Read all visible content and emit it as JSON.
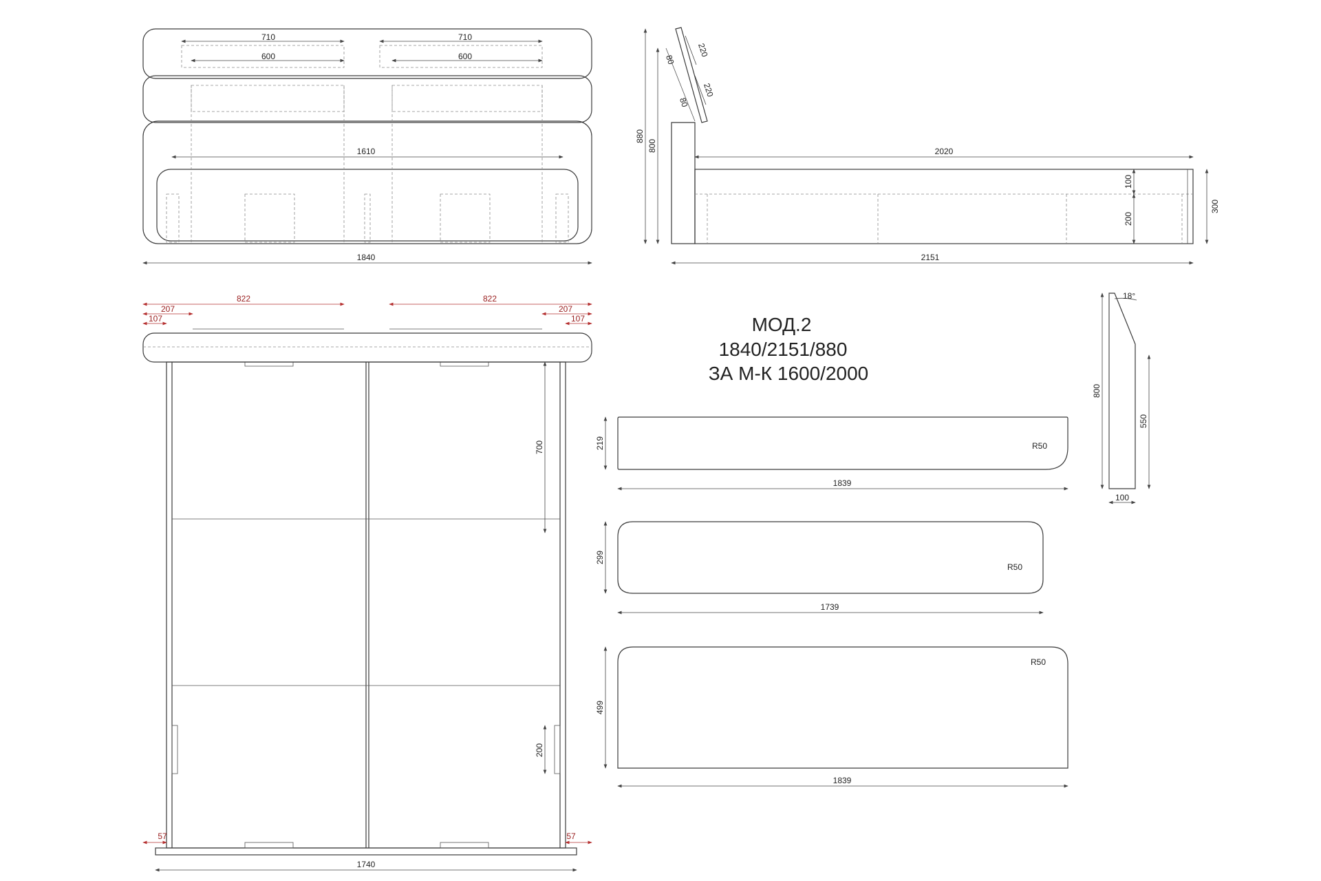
{
  "title": {
    "model": "МОД.2",
    "overall": "1840/2151/880",
    "mattress": "ЗА М-К 1600/2000"
  },
  "front_view": {
    "pillow_left_outer": "710",
    "pillow_right_outer": "710",
    "pillow_left_inner": "600",
    "pillow_right_inner": "600",
    "inner_width": "1610",
    "total_width": "1840"
  },
  "side_view": {
    "head_top": "220",
    "head_mid": "220",
    "step_top": "80",
    "step_mid": "80",
    "total_height": "880",
    "board_height": "800",
    "frame_length": "2020",
    "rail_top": "100",
    "rail_bottom": "200",
    "frame_height": "300",
    "total_length": "2151"
  },
  "plan_view": {
    "left_822": "822",
    "right_822": "822",
    "left_207": "207",
    "right_207": "207",
    "left_107": "107",
    "right_107": "107",
    "height_700": "700",
    "height_200": "200",
    "left_57": "57",
    "right_57": "57",
    "bottom_width": "1740"
  },
  "panels": [
    {
      "height": "219",
      "width": "1839",
      "radius": "R50"
    },
    {
      "height": "299",
      "width": "1739",
      "radius": "R50"
    },
    {
      "height": "499",
      "width": "1839",
      "radius": "R50"
    }
  ],
  "profile": {
    "angle": "18°",
    "height": "800",
    "lower": "550",
    "width": "100"
  },
  "colors": {
    "line": "#3a3a3a",
    "accent_dim": "#b53030"
  }
}
